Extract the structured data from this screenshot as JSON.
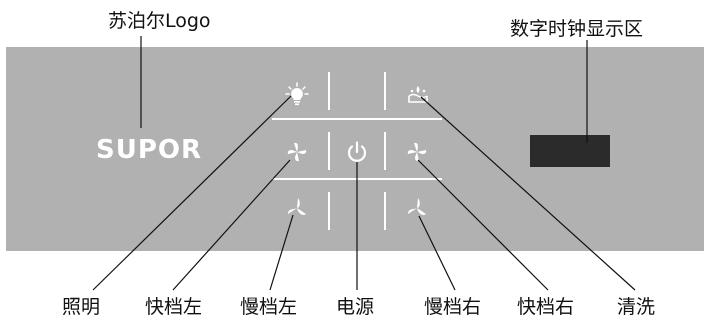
{
  "labels": {
    "logo_callout": "苏泊尔Logo",
    "clock_callout": "数字时钟显示区",
    "bottom": [
      "照明",
      "快档左",
      "慢档左",
      "电源",
      "慢档右",
      "快档右",
      "清洗"
    ]
  },
  "panel": {
    "logo_text": "SUPOR",
    "panel_color": "#b1b1b1",
    "clock_color": "#2b2b2b"
  },
  "buttons": [
    {
      "name": "light-button",
      "icon": "light-bulb-icon"
    },
    {
      "name": "clean-button",
      "icon": "cleaning-icon"
    },
    {
      "name": "fast-left-button",
      "icon": "fan-fast-icon"
    },
    {
      "name": "power-button",
      "icon": "power-icon"
    },
    {
      "name": "fast-right-button",
      "icon": "fan-fast-icon"
    },
    {
      "name": "slow-left-button",
      "icon": "fan-slow-icon"
    },
    {
      "name": "slow-right-button",
      "icon": "fan-slow-icon"
    }
  ]
}
